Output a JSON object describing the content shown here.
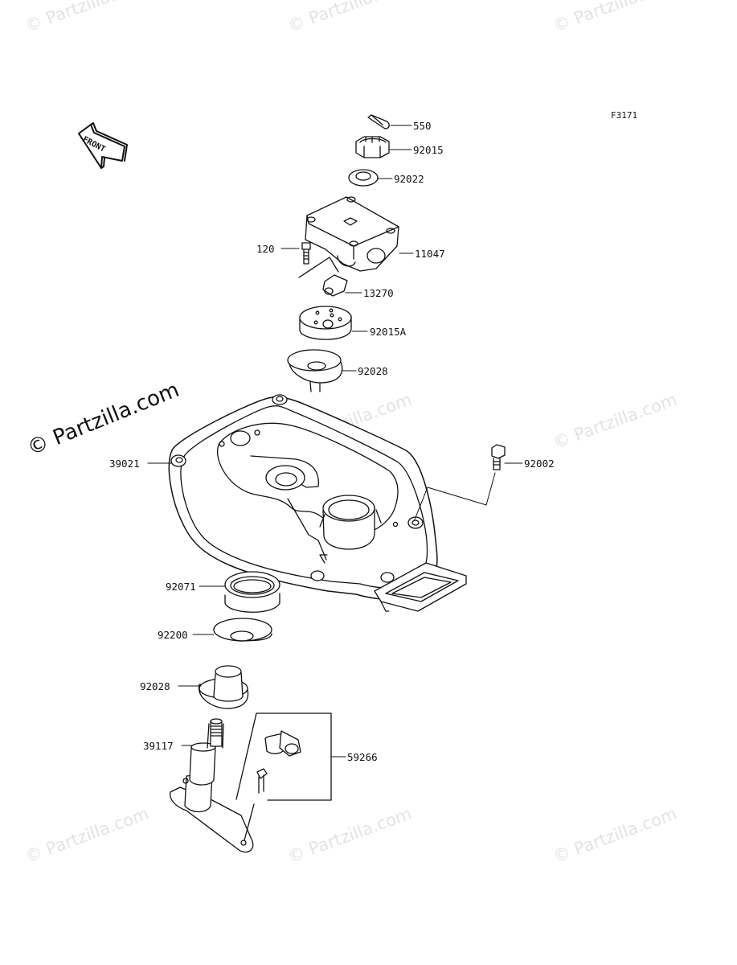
{
  "figure_code": "F3171",
  "front_arrow_text": "FRONT",
  "watermark_text": "© Partzilla.com",
  "part_labels": {
    "p550": "550",
    "p92015": "92015",
    "p92022": "92022",
    "p11047": "11047",
    "p120": "120",
    "p13270": "13270",
    "p92015A": "92015A",
    "p92028_top": "92028",
    "p39021": "39021",
    "p92002": "92002",
    "p92071": "92071",
    "p92200": "92200",
    "p92028_bottom": "92028",
    "p39117": "39117",
    "p59266": "59266"
  },
  "colors": {
    "line": "#111111",
    "watermark": "#e3e3e3",
    "background": "#ffffff"
  }
}
